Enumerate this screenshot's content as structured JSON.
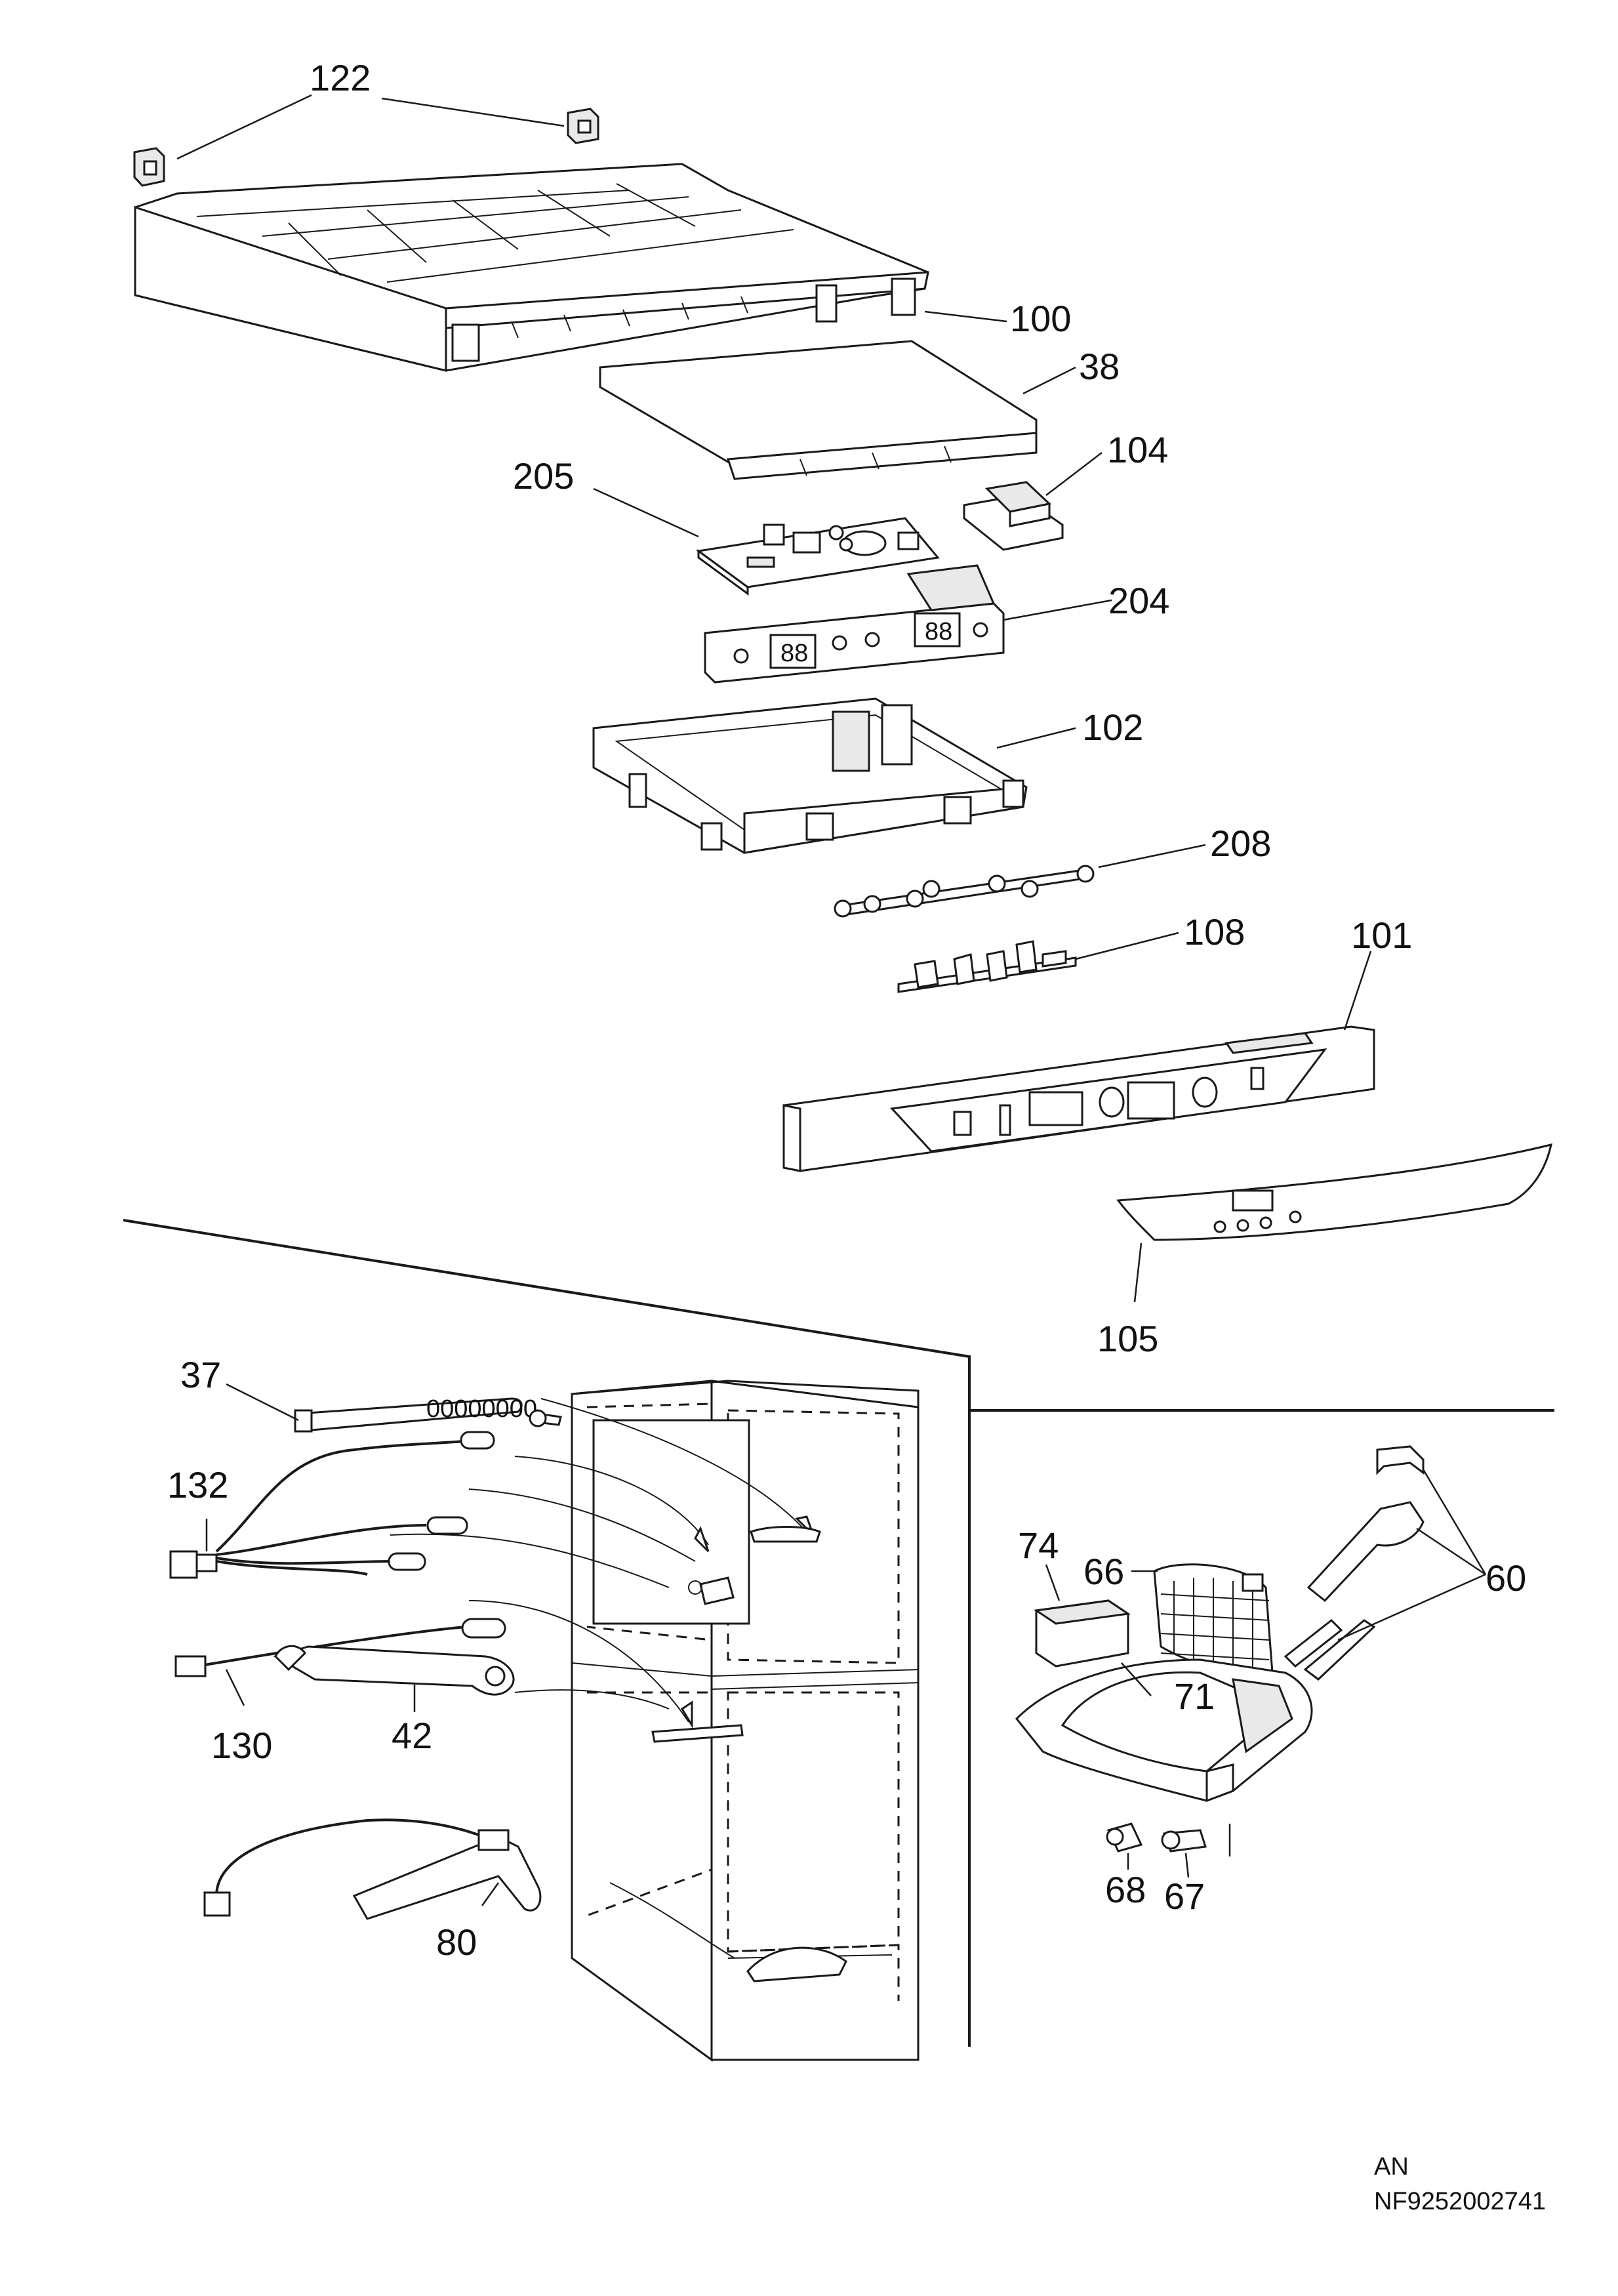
{
  "callouts": {
    "c122": "122",
    "c100": "100",
    "c38": "38",
    "c104": "104",
    "c205": "205",
    "c204": "204",
    "c102": "102",
    "c208": "208",
    "c108": "108",
    "c101": "101",
    "c105": "105",
    "c37": "37",
    "c132": "132",
    "c130": "130",
    "c42": "42",
    "c80": "80",
    "c74": "74",
    "c66": "66",
    "c60": "60",
    "c71": "71",
    "c68": "68",
    "c67": "67"
  },
  "footer": {
    "code": "AN",
    "doc_number": "NF9252002741"
  }
}
